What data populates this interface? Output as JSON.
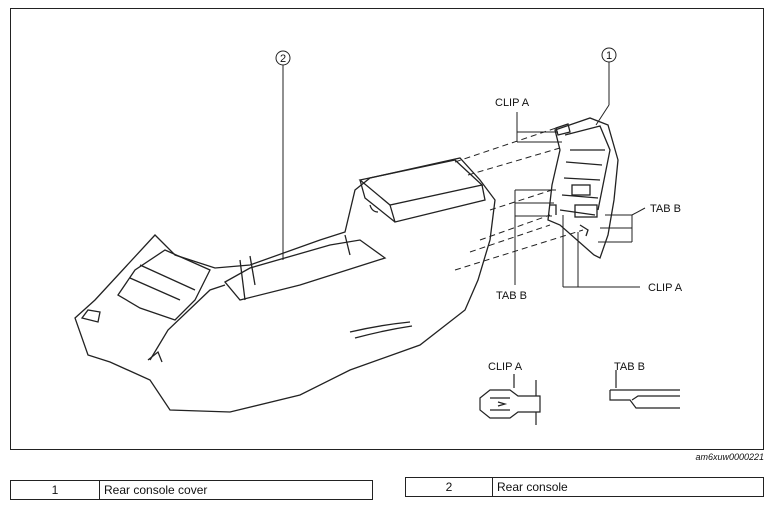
{
  "diagram": {
    "callouts": [
      "1",
      "2"
    ],
    "labels": {
      "clip_a_top": "CLIP A",
      "tab_b_right": "TAB B",
      "tab_b_left": "TAB B",
      "clip_a_right": "CLIP A",
      "clip_a_detail": "CLIP A",
      "tab_b_detail": "TAB B"
    },
    "reference_code": "am6xuw0000221"
  },
  "legend": [
    {
      "num": "1",
      "name": "Rear console cover"
    },
    {
      "num": "2",
      "name": "Rear console"
    }
  ]
}
